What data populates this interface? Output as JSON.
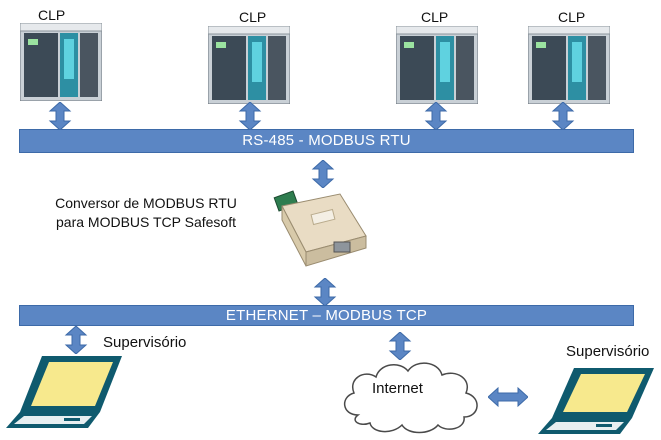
{
  "plcs": [
    {
      "label": "CLP"
    },
    {
      "label": "CLP"
    },
    {
      "label": "CLP"
    },
    {
      "label": "CLP"
    }
  ],
  "rs485_bus": {
    "label": "RS-485 - MODBUS RTU"
  },
  "converter": {
    "line1": "Conversor de MODBUS RTU",
    "line2": "para MODBUS TCP Safesoft"
  },
  "ethernet_bus": {
    "label": "ETHERNET – MODBUS TCP"
  },
  "supervisory_left": {
    "label": "Supervisório"
  },
  "supervisory_right": {
    "label": "Supervisório"
  },
  "internet": {
    "label": "Internet"
  },
  "colors": {
    "bus_fill": "#5b86c4",
    "arrow_fill": "#5b86c4",
    "screen_yellow": "#f7e98d",
    "laptop_teal": "#0f5a6e"
  }
}
